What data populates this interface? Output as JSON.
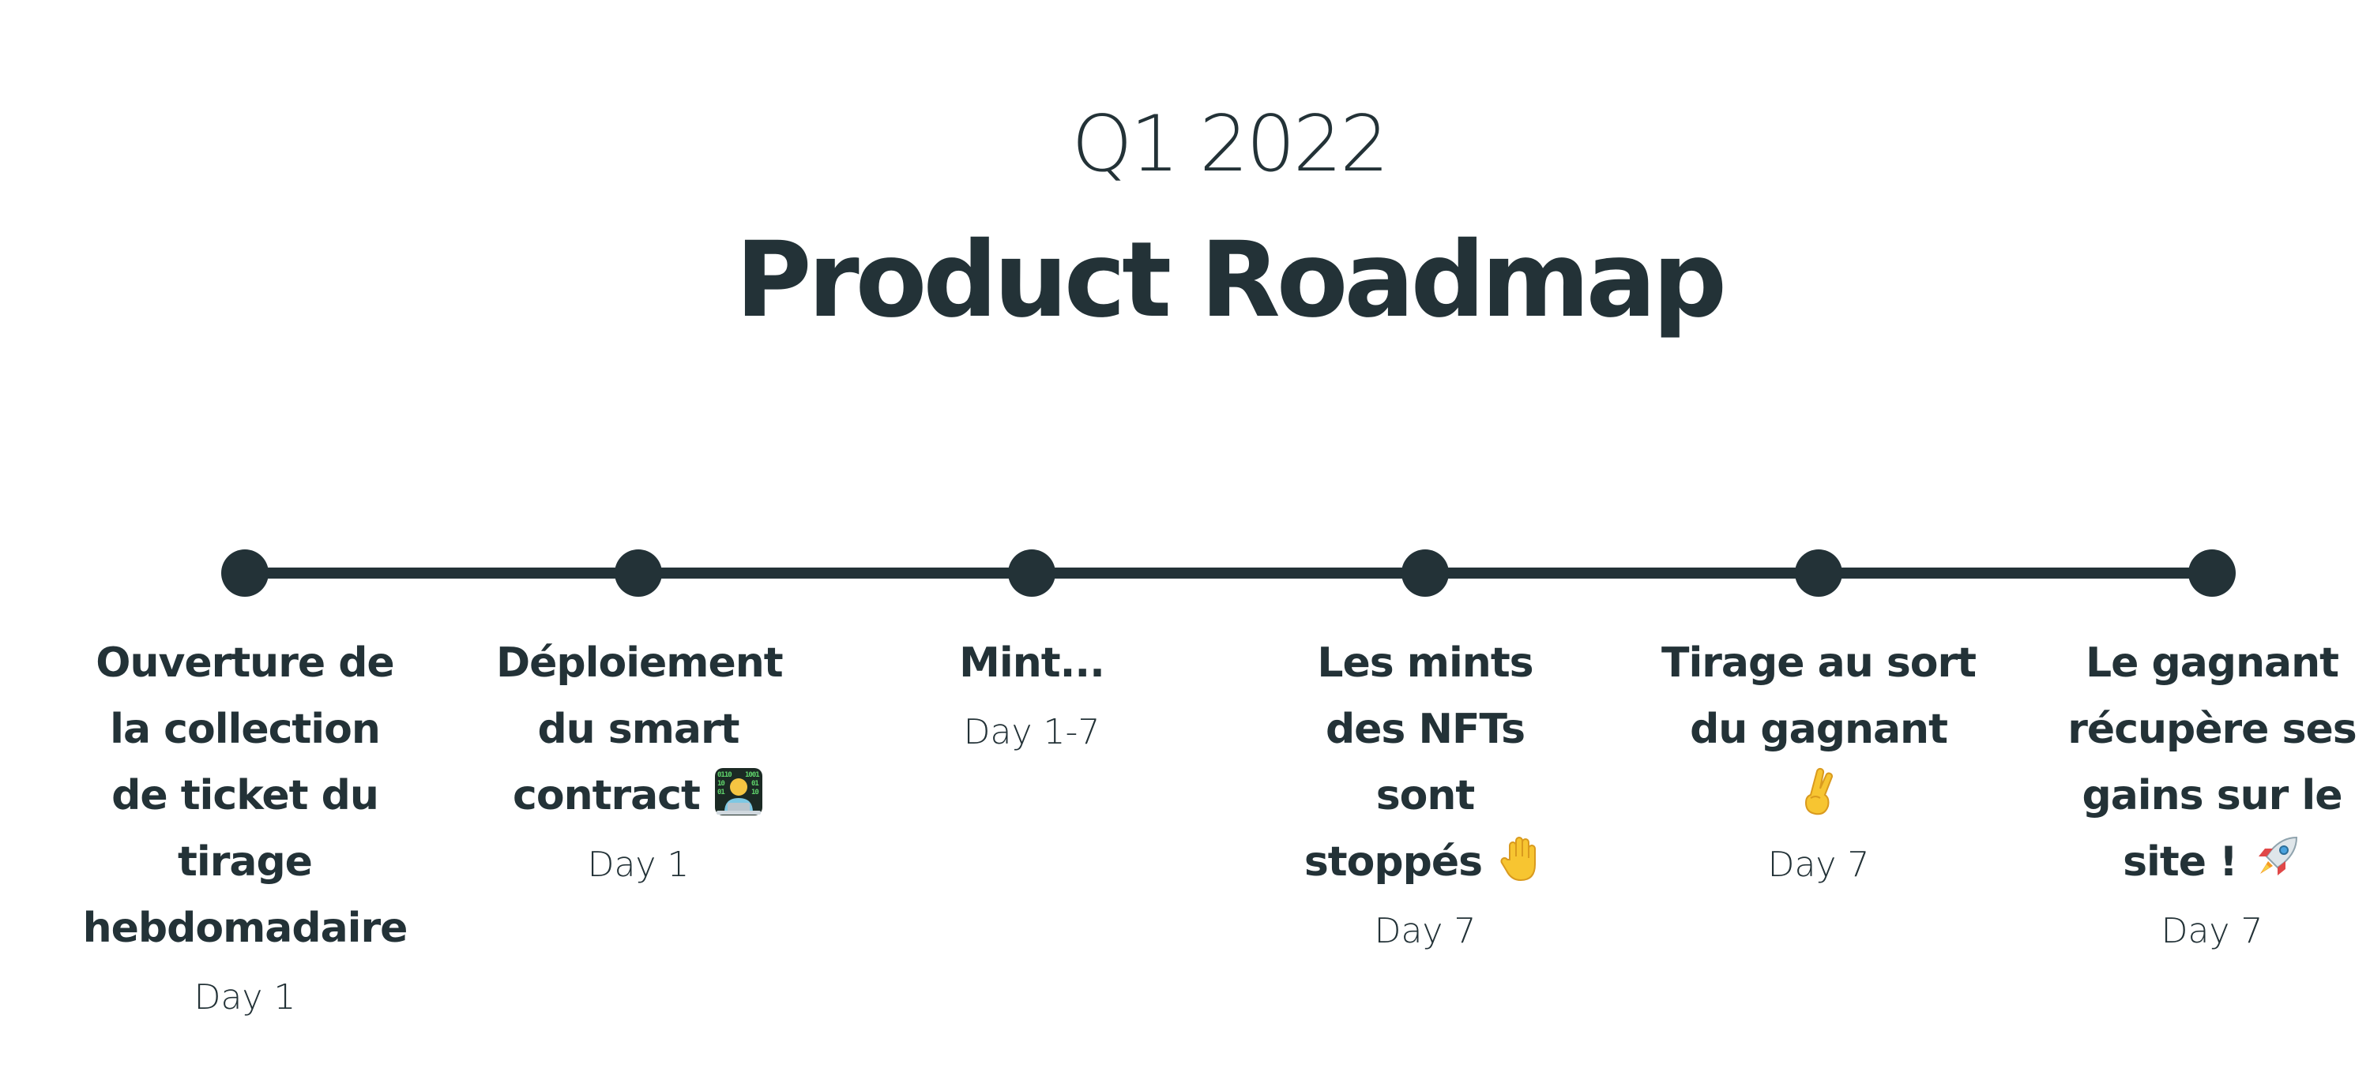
{
  "header": {
    "subtitle": "Q1 2022",
    "title": "Product Roadmap"
  },
  "colors": {
    "text": "#233237",
    "track": "#233237",
    "background": "#ffffff"
  },
  "milestones": [
    {
      "title": "Ouverture de la collection de ticket du tirage hebdomadaire",
      "date": "Day 1"
    },
    {
      "title": "Déploiement du smart contract",
      "icon": "technologist-icon",
      "date": "Day 1"
    },
    {
      "title": "Mint...",
      "date": "Day 1-7"
    },
    {
      "title": "Les mints des NFTs sont stoppés",
      "icon": "raised-hand-icon",
      "date": "Day 7"
    },
    {
      "title": "Tirage au sort du gagnant",
      "icon": "crossed-fingers-icon",
      "date": "Day 7"
    },
    {
      "title": "Le gagnant récupère ses gains sur le site !",
      "icon": "rocket-icon",
      "date": "Day 7"
    }
  ]
}
